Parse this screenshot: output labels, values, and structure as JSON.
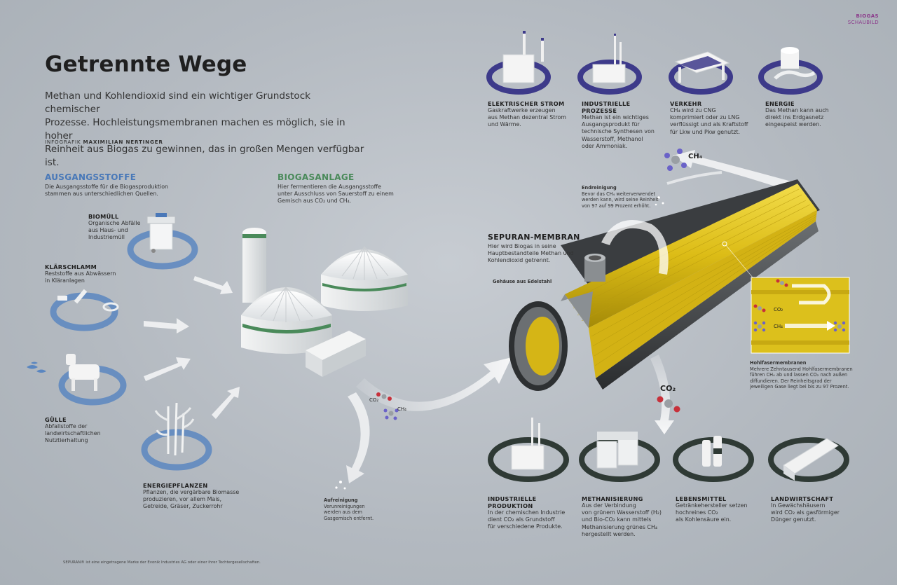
{
  "corner": {
    "line1": "BIOGAS",
    "line2": "SCHAUBILD"
  },
  "title": "Getrennte Wege",
  "intro": [
    "Methan und Kohlendioxid sind ein wichtiger Grundstock chemischer",
    "Prozesse. Hochleistungsmembranen machen es möglich, sie in hoher",
    "Reinheit aus Biogas zu gewinnen, das in großen Mengen verfügbar ist."
  ],
  "credit": {
    "prefix": "INFOGRAFIK",
    "name": "MAXIMILIAN NERTINGER"
  },
  "ausgangsstoffe": {
    "head": "AUSGANGSSTOFFE",
    "text": [
      "Die Ausgangsstoffe für die Biogasproduktion",
      "stammen aus unterschiedlichen Quellen."
    ]
  },
  "biomuell": {
    "head": "BIOMÜLL",
    "text": [
      "Organische Abfälle",
      "aus Haus- und",
      "Industriemüll"
    ]
  },
  "klaerschlamm": {
    "head": "KLÄRSCHLAMM",
    "text": [
      "Reststoffe aus Abwässern",
      "in Kläranlagen"
    ]
  },
  "guelle": {
    "head": "GÜLLE",
    "text": [
      "Abfallstoffe der",
      "landwirtschaftlichen",
      "Nutztierhaltung"
    ]
  },
  "energiepflanzen": {
    "head": "ENERGIEPFLANZEN",
    "text": [
      "Pflanzen, die vergärbare Biomasse",
      "produzieren, vor allem Mais,",
      "Getreide, Gräser, Zuckerrohr"
    ]
  },
  "biogasanlage": {
    "head": "BIOGASANLAGE",
    "text": [
      "Hier fermentieren die Ausgangsstoffe",
      "unter Ausschluss von Sauerstoff zu einem",
      "Gemisch aus CO₂ und CH₄."
    ]
  },
  "sepuran": {
    "head": "SEPURAN-MEMBRAN",
    "text": [
      "Hier wird Biogas in seine",
      "Hauptbestandteile Methan und",
      "Kohlendioxid getrennt."
    ]
  },
  "gehaeuse": "Gehäuse aus Edelstahl",
  "endreinigung": {
    "head": "Endreinigung",
    "text": [
      "Bevor das CH₄ weiterverwendet",
      "werden kann, wird seine Reinheit",
      "von 97 auf 99 Prozent erhöht."
    ]
  },
  "aufreinigung": {
    "head": "Aufreinigung",
    "text": [
      "Verunreinigungen",
      "werden aus dem",
      "Gasgemisch entfernt."
    ]
  },
  "hohlfaser": {
    "head": "Hohlfasermembranen",
    "text": [
      "Mehrere Zehntausend Hohlfasermembranen",
      "führen CH₄ ab und lassen CO₂ nach außen",
      "diffundieren. Der Reinheitsgrad der",
      "jeweiligen Gase liegt bei bis zu 97 Prozent."
    ]
  },
  "molecules": {
    "ch4": "CH₄",
    "co2": "CO₂"
  },
  "top_uses": [
    {
      "head": "ELEKTRISCHER STROM",
      "text": [
        "Gaskraftwerke erzeugen",
        "aus Methan dezentral Strom",
        "und Wärme."
      ]
    },
    {
      "head": "INDUSTRIELLE",
      "head2": "PROZESSE",
      "text": [
        "Methan ist ein wichtiges",
        "Ausgangsprodukt für",
        "technische Synthesen von",
        "Wasserstoff, Methanol",
        "oder Ammoniak."
      ]
    },
    {
      "head": "VERKEHR",
      "text": [
        "CH₄ wird zu CNG",
        "komprimiert oder zu LNG",
        "verflüssigt und als Kraftstoff",
        "für Lkw und Pkw genutzt."
      ]
    },
    {
      "head": "ENERGIE",
      "text": [
        "Das Methan kann auch",
        "direkt ins Erdgasnetz",
        "eingespeist werden."
      ]
    }
  ],
  "bottom_uses": [
    {
      "head": "INDUSTRIELLE",
      "head2": "PRODUKTION",
      "text": [
        "In der chemischen Industrie",
        "dient CO₂ als Grundstoff",
        "für verschiedene Produkte."
      ]
    },
    {
      "head": "METHANISIERUNG",
      "text": [
        "Aus der Verbindung",
        "von grünem Wasserstoff (H₂)",
        "und Bio-CO₂ kann mittels",
        "Methanisierung grünes CH₄",
        "hergestellt werden."
      ]
    },
    {
      "head": "LEBENSMITTEL",
      "text": [
        "Getränkehersteller setzen",
        "hochreines CO₂",
        "als Kohlensäure ein."
      ]
    },
    {
      "head": "LANDWIRTSCHAFT",
      "text": [
        "In Gewächshäusern",
        "wird CO₂ als gasförmiger",
        "Dünger genutzt."
      ]
    }
  ],
  "footnote": "SEPURAN® ist eine eingetragene Marke der Evonik Industries AG oder einer ihrer Tochtergesellschaften.",
  "colors": {
    "accent_purple": "#3d3a8a",
    "accent_dark": "#2f3a35",
    "membrane_yellow": "#e2c21a",
    "blue_ring": "#5a86c0"
  }
}
